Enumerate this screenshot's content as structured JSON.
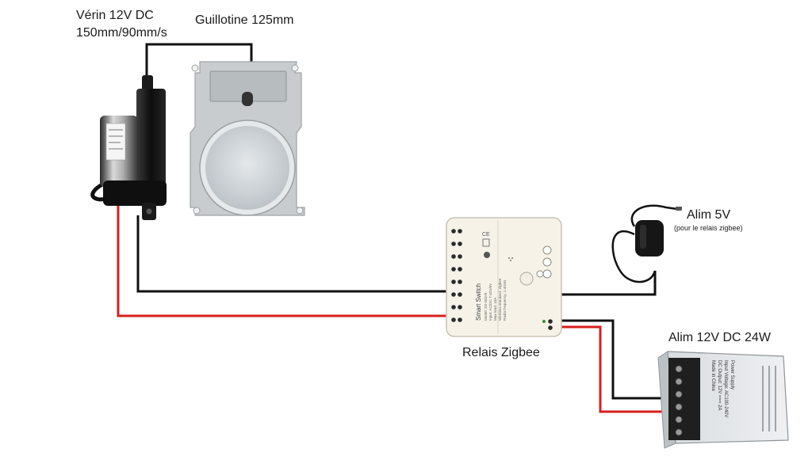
{
  "labels": {
    "actuator_line1": "Vérin 12V DC",
    "actuator_line2": "150mm/90mm/s",
    "guillotine": "Guillotine 125mm",
    "psu5v": "Alim 5V",
    "psu5v_note": "(pour le relais zigbee)",
    "relay": "Relais Zigbee",
    "psu12v": "Alim 12V DC 24W"
  },
  "relay_device": {
    "brand": "Smart Switch",
    "specs": [
      "Model: ZG-003-R",
      "Input: AC/DC 7-32V/5V",
      "Max load: 10A",
      "Wireless standard: Zigbee",
      "Radio frequency: 2.4GHz"
    ]
  },
  "psu_device": {
    "specs": [
      "Power Supply",
      "Input Voltage: AC100-240V",
      "DC Output: 12V === 2A",
      "Made in China"
    ]
  },
  "colors": {
    "wire_black": "#111111",
    "wire_red": "#d81e1e",
    "background": "#ffffff"
  }
}
